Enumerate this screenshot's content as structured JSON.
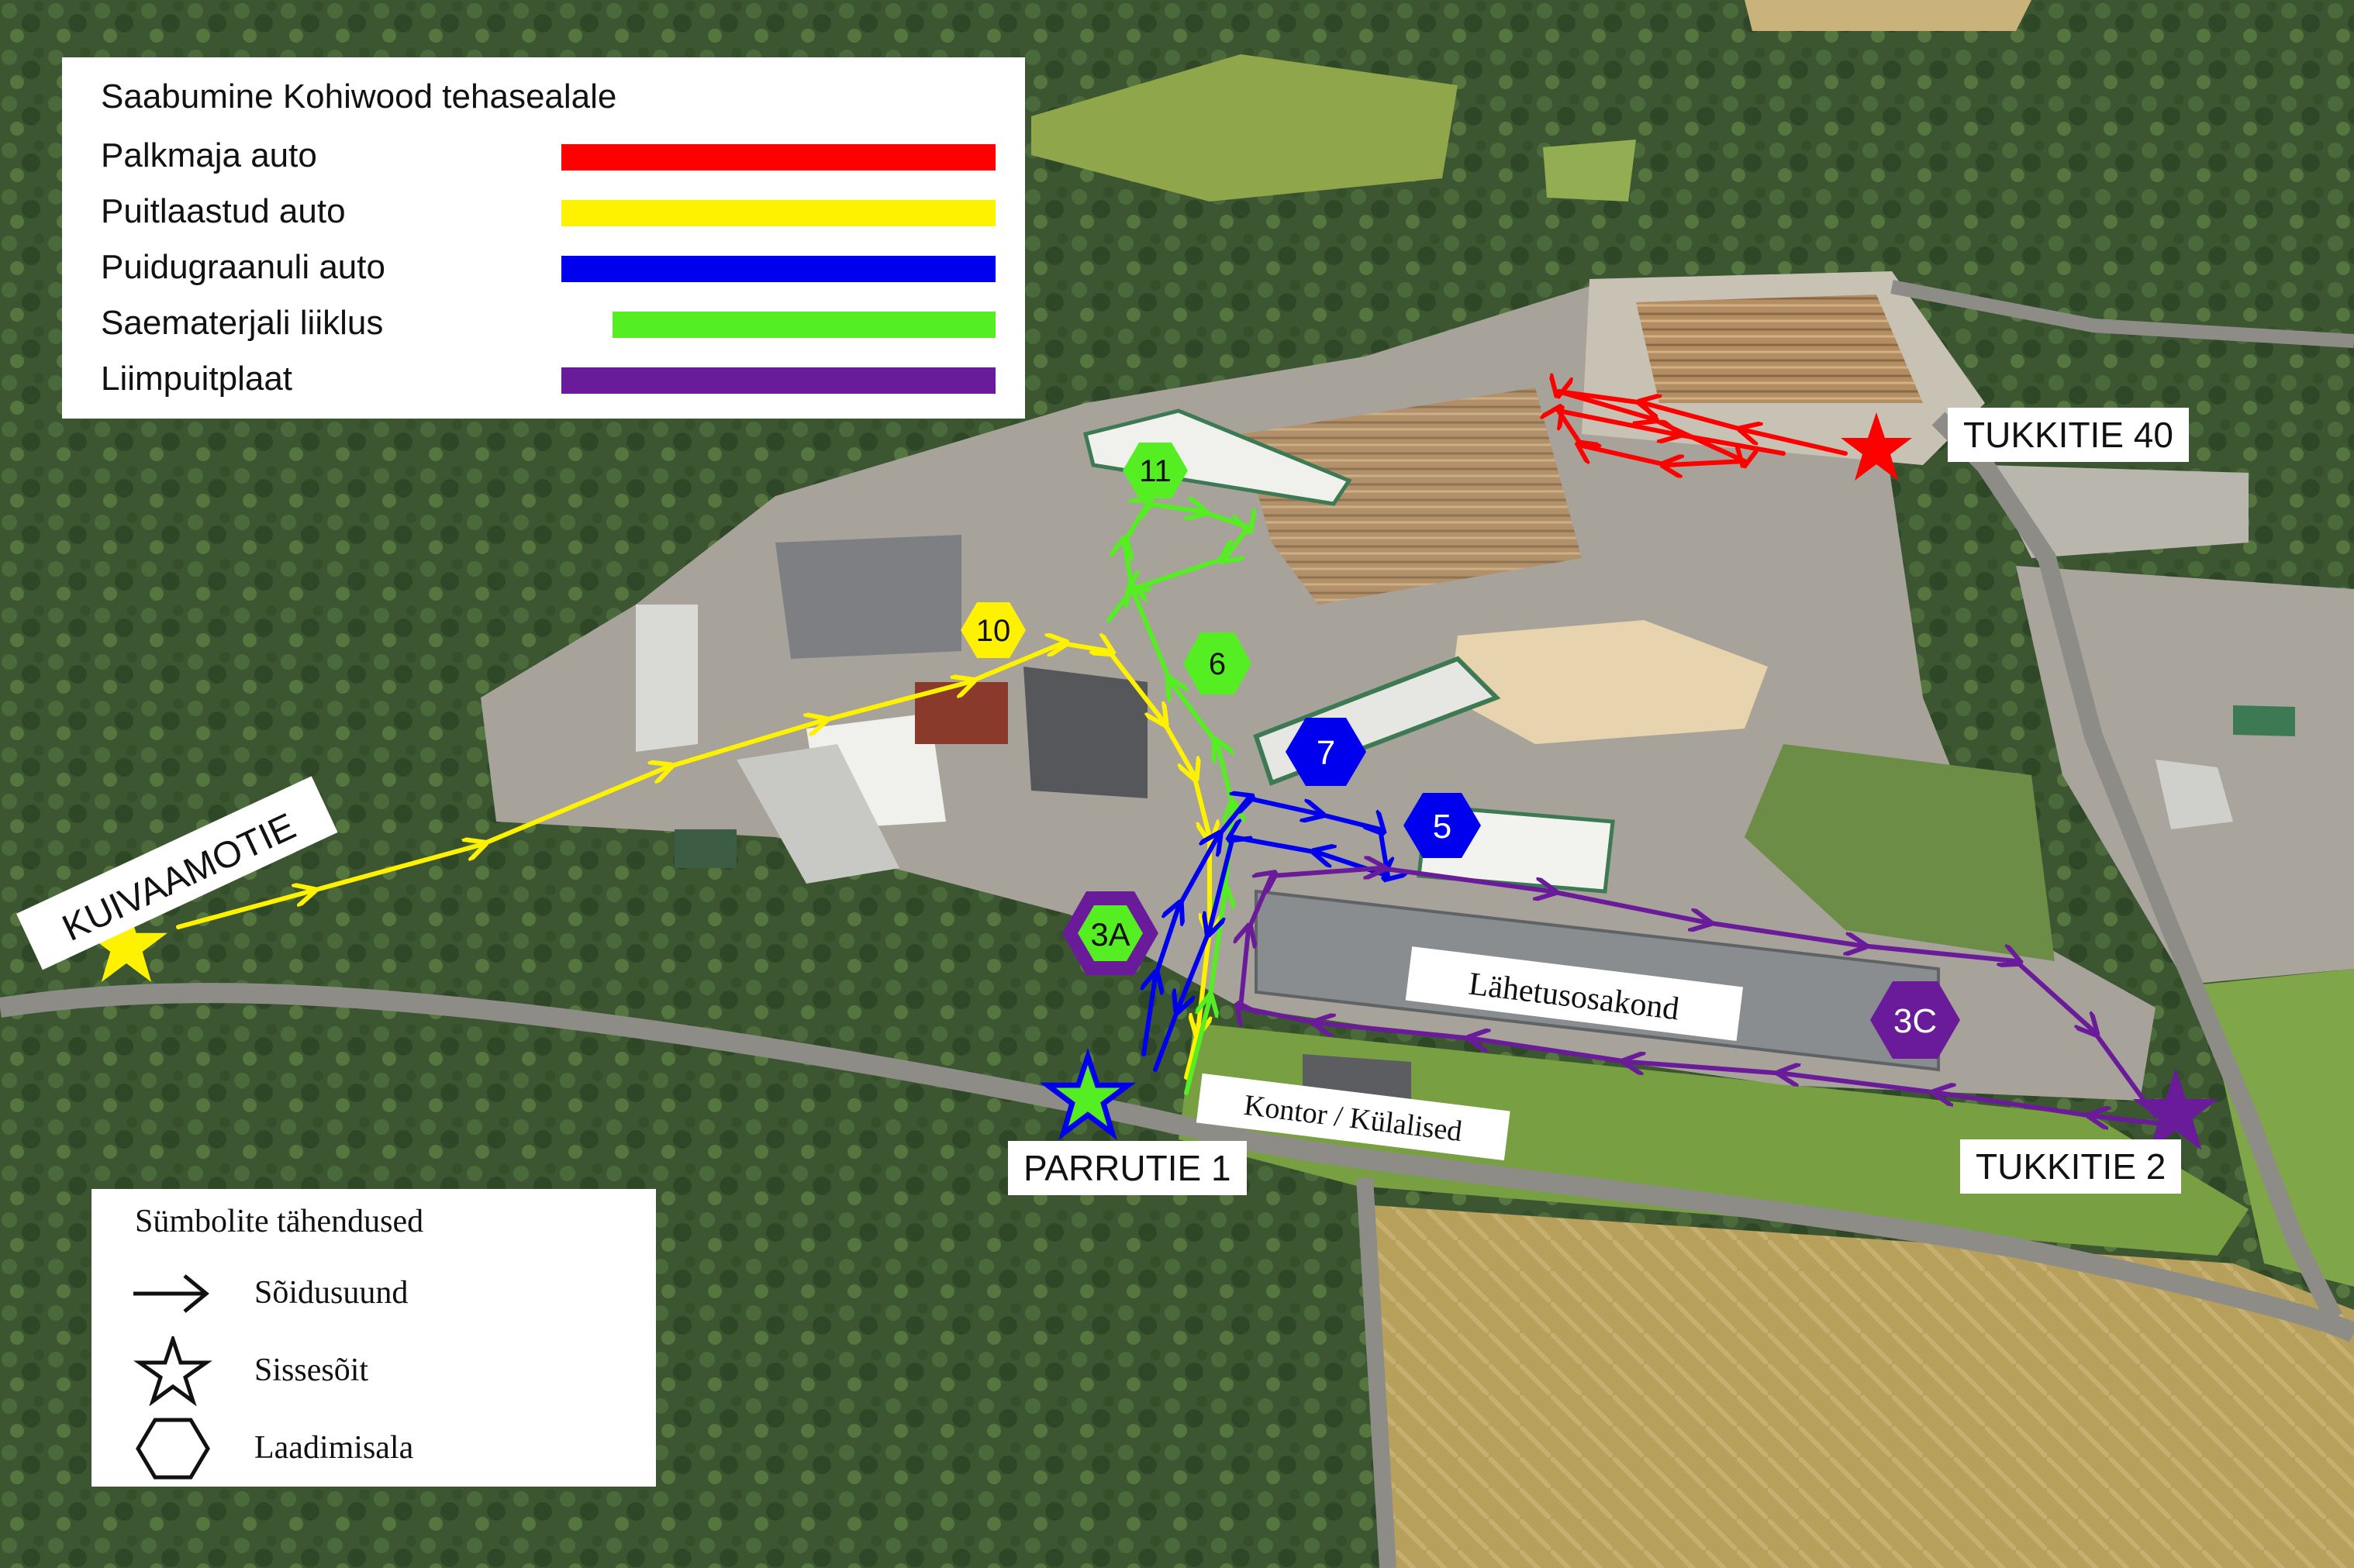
{
  "legend": {
    "title": "Saabumine Kohiwood tehasealale",
    "routes": [
      {
        "label": "Palkmaja auto",
        "color": "#ff0000"
      },
      {
        "label": "Puitlaastud auto",
        "color": "#fff200"
      },
      {
        "label": "Puidugraanuli auto",
        "color": "#0000ee"
      },
      {
        "label": "Saematerjali liiklus",
        "color": "#55ee22"
      },
      {
        "label": "Liimpuitplaat",
        "color": "#6a1b9a"
      }
    ]
  },
  "symbols": {
    "title": "Sümbolite tähendused",
    "items": [
      {
        "label": "Sõidusuund",
        "icon": "arrow-icon"
      },
      {
        "label": "Sissesõit",
        "icon": "star-outline-icon"
      },
      {
        "label": "Laadimisala",
        "icon": "hexagon-outline-icon"
      }
    ]
  },
  "labels": {
    "kuivaamotie": "KUIVAAMOTIE",
    "tukkitie40": "TUKKITIE 40",
    "tukkitie2": "TUKKITIE 2",
    "parrutie1": "PARRUTIE 1",
    "lahetus": "Lähetusosakond",
    "kontor": "Kontor / Külalised"
  },
  "loading_areas": [
    {
      "id": "11",
      "color": "#55ee22",
      "text_color": "#111111"
    },
    {
      "id": "10",
      "color": "#fff200",
      "text_color": "#111111"
    },
    {
      "id": "6",
      "color": "#55ee22",
      "text_color": "#111111"
    },
    {
      "id": "7",
      "color": "#0000ee",
      "text_color": "#ffffff"
    },
    {
      "id": "5",
      "color": "#0000ee",
      "text_color": "#ffffff"
    },
    {
      "id": "3A",
      "color": "#6a1b9a",
      "text_color": "#ffffff"
    },
    {
      "id": "3C",
      "color": "#6a1b9a",
      "text_color": "#ffffff"
    }
  ],
  "entrances": [
    {
      "id": "kuivaamotie",
      "color": "#fff200"
    },
    {
      "id": "tukkitie40",
      "color": "#ff0000"
    },
    {
      "id": "tukkitie2",
      "color": "#6a1b9a"
    },
    {
      "id": "parrutie1",
      "color": "#55ee22"
    }
  ]
}
